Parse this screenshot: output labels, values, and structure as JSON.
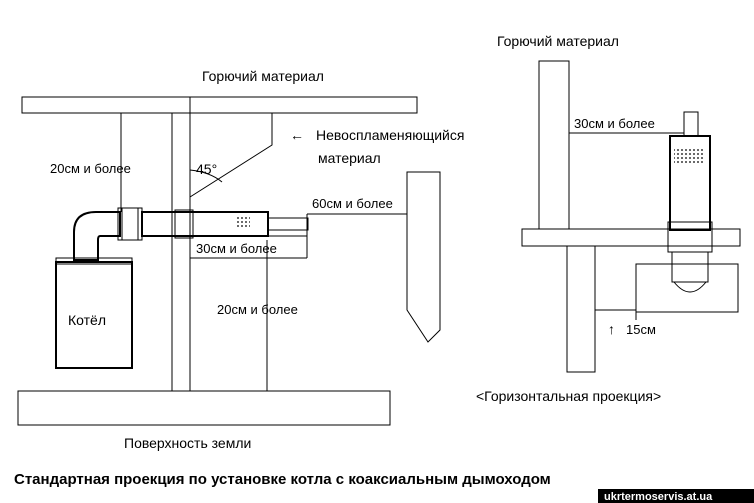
{
  "labels": {
    "combustible_left": "Горючий материал",
    "combustible_right": "Горючий материал",
    "nonflammable_line1": "Невоспламеняющийся",
    "nonflammable_line2": "материал",
    "angle": "45°",
    "dist_20_top": "20см и более",
    "dist_60": "60см и более",
    "dist_30_left": "30см и более",
    "dist_20_bottom": "20см и более",
    "dist_30_right": "30см и более",
    "dist_15": "15см",
    "arrow_up": "↑",
    "arrow_left": "←",
    "boiler": "Котёл",
    "ground": "Поверхность земли",
    "horizontal_projection": "<Горизонтальная проекция>",
    "title": "Стандартная проекция по установке котла с коаксиальным дымоходом",
    "watermark": "ukrtermoservis.at.ua"
  },
  "colors": {
    "line": "#000000",
    "background": "#ffffff",
    "watermark_bg": "#000000",
    "watermark_text": "#ffffff"
  }
}
